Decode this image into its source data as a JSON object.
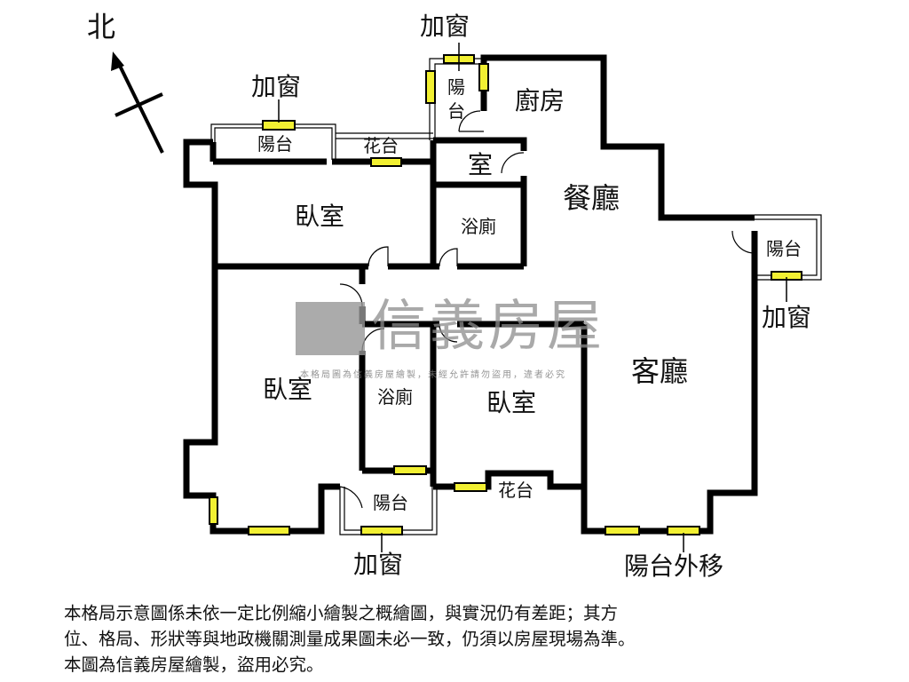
{
  "compass": {
    "north": "北"
  },
  "rooms": {
    "kitchen": "廚房",
    "dining": "餐廳",
    "living": "客廳",
    "storage": "室",
    "bath_top": "浴廁",
    "bath_mid": "浴廁",
    "bedroom_top": "臥室",
    "bedroom_left": "臥室",
    "bedroom_mid": "臥室",
    "balcony_top_left": "陽台",
    "balcony_kitchen_1": "陽",
    "balcony_kitchen_2": "台",
    "balcony_right": "陽台",
    "balcony_bottom": "陽台",
    "planter_top": "花台",
    "planter_bottom": "花台"
  },
  "annotations": {
    "window_top": "加窗",
    "window_top_left": "加窗",
    "window_right": "加窗",
    "window_bottom": "加窗",
    "balcony_moved": "陽台外移"
  },
  "watermark": {
    "brand": "信義房屋",
    "notice": "本格局圖為信義房屋繪製，未經允許請勿盜用，違者必究"
  },
  "disclaimer": [
    "本格局示意圖係未依一定比例縮小繪製之概繪圖，與實況仍有差距；其方",
    "位、格局、形狀等與地政機關測量成果圖未必一致，仍須以房屋現場為準。",
    "本圖為信義房屋繪製，盜用必究。"
  ],
  "colors": {
    "wall": "#000000",
    "window": "#f2f032",
    "watermark": "#8c8c8c"
  }
}
